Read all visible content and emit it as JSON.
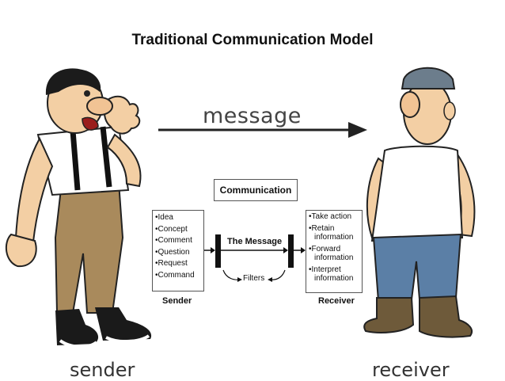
{
  "title": "Traditional Communication Model",
  "arrow_label": "message",
  "sender_caption": "sender",
  "receiver_caption": "receiver",
  "diagram": {
    "communication_label": "Communication",
    "sender": {
      "label": "Sender",
      "items": [
        "Idea",
        "Concept",
        "Comment",
        "Question",
        "Request",
        "Command"
      ]
    },
    "center": {
      "label": "The Message",
      "filters_label": "Filters"
    },
    "receiver": {
      "label": "Receiver",
      "items": [
        "Take action",
        "Retain information",
        "Forward information",
        "Interpret information"
      ]
    }
  }
}
